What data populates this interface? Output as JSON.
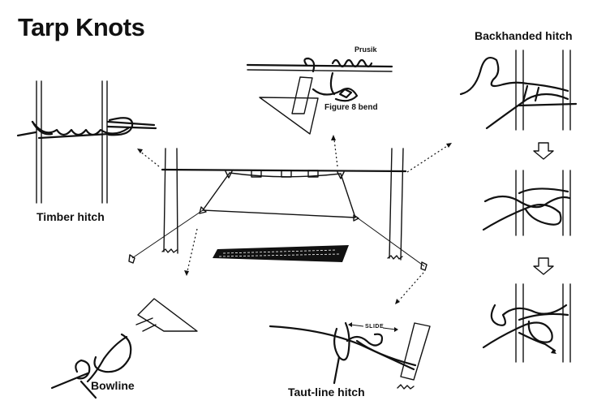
{
  "title": "Tarp Knots",
  "labels": {
    "timber_hitch": "Timber hitch",
    "bowline": "Bowline",
    "taut_line_hitch": "Taut-line hitch",
    "backhanded_hitch": "Backhanded hitch",
    "prusik": "Prusik",
    "figure_8_bend": "Figure 8 bend",
    "slide": "SLIDE"
  }
}
